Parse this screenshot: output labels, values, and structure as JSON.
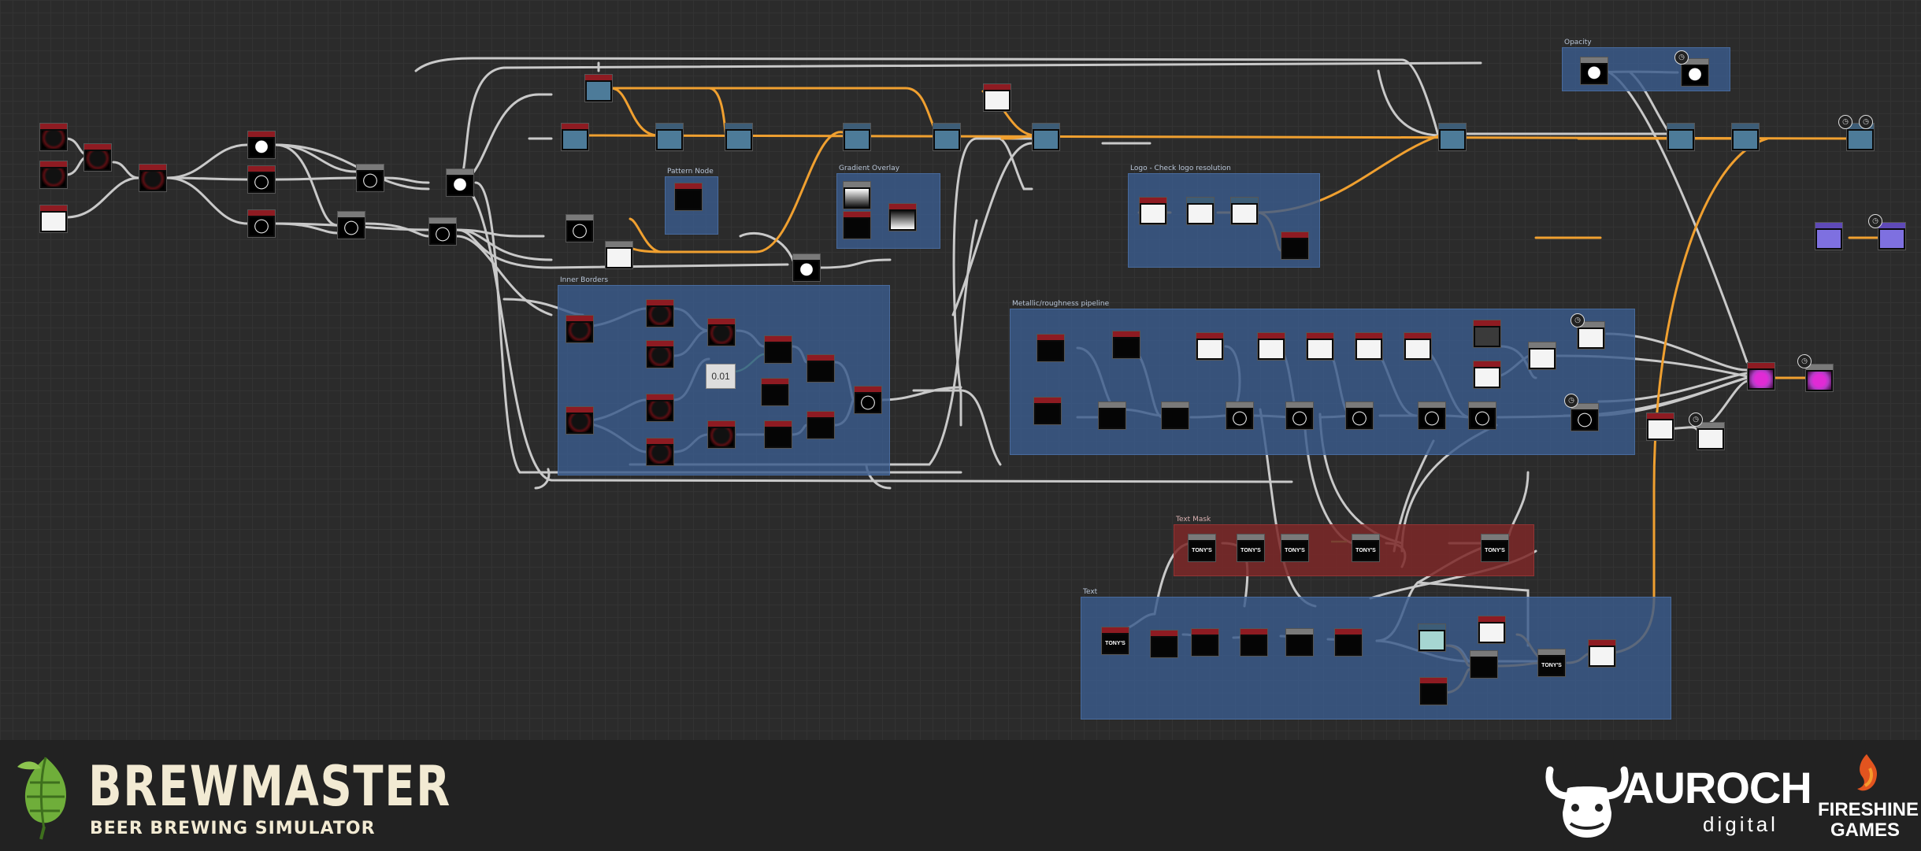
{
  "graph": {
    "frames": {
      "opacity": "Opacity",
      "pattern_node": "Pattern Node",
      "gradient_overlay": "Gradient Overlay",
      "logo": "Logo - Check logo resolution",
      "inner_borders": "Inner Borders",
      "metallic": "Metallic/roughness pipeline",
      "text_mask": "Text Mask",
      "text": "Text"
    },
    "param_value": "0.01",
    "node_text": "TONY'S"
  },
  "footer": {
    "game_title": "BREWMASTER",
    "game_subtitle": "BEER BREWING SIMULATOR",
    "studio_name": "AUROCH",
    "studio_sub": "digital",
    "publisher_line1": "FIRESHINE",
    "publisher_line2": "GAMES"
  },
  "colors": {
    "canvas_bg": "#2b2b2b",
    "frame_blue": "#3a5c8c",
    "frame_red": "#7d2828",
    "wire_orange": "#f0a030",
    "wire_grey": "#c8c8c8",
    "wire_green": "#6fd46f",
    "cream": "#f2ead3",
    "leaf_green": "#6fae3a"
  },
  "icons": [
    "hop-cone-logo-icon",
    "bull-head-logo-icon",
    "flame-logo-icon",
    "timer-badge-icon"
  ]
}
